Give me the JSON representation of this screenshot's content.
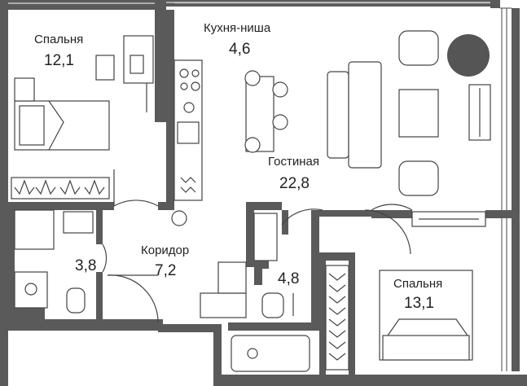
{
  "rooms": {
    "bedroom_1": {
      "name": "Спальня",
      "area": "12,1"
    },
    "kitchen": {
      "name": "Кухня-ниша",
      "area": "4,6"
    },
    "living": {
      "name": "Гостиная",
      "area": "22,8"
    },
    "corridor": {
      "name": "Коридор",
      "area": "7,2"
    },
    "bath_1": {
      "area": "3,8"
    },
    "bath_2": {
      "area": "4,8"
    },
    "bedroom_2": {
      "name": "Спальня",
      "area": "13,1"
    }
  },
  "colors": {
    "wall": "#5a5a5a",
    "line": "#444444",
    "accent_circle": "#555555"
  }
}
